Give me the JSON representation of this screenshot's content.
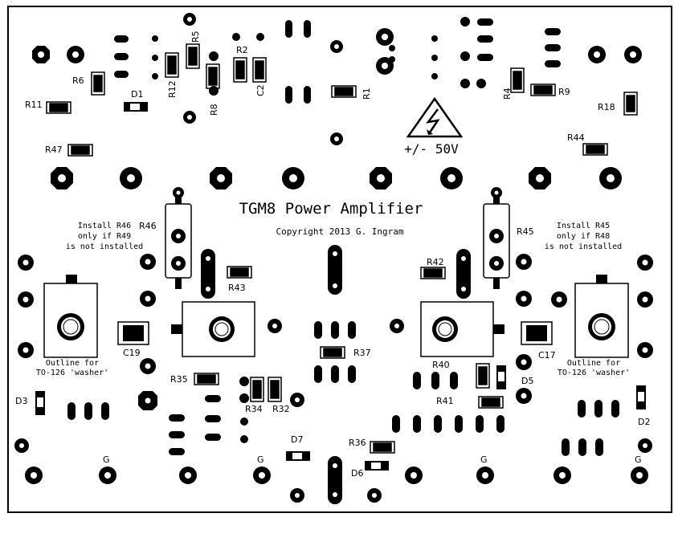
{
  "board": {
    "title": "TGM8 Power Amplifier",
    "copyright": "Copyright 2013 G. Ingram",
    "voltage": "+/- 50V"
  },
  "notes": {
    "r46_line1": "Install R46",
    "r46_line2": "only if R49",
    "r46_line3": "is not installed",
    "r45_line1": "Install R45",
    "r45_line2": "only if R48",
    "r45_line3": "is not installed",
    "left_outline_1": "Outline for",
    "left_outline_2": "TO-126 'washer'",
    "right_outline_1": "Outline for",
    "right_outline_2": "TO-126 'washer'"
  },
  "labels": {
    "R1": "R1",
    "R2": "R2",
    "R4": "R4",
    "R5": "R5",
    "R6": "R6",
    "R8": "R8",
    "R9": "R9",
    "R11": "R11",
    "R12": "R12",
    "R18": "R18",
    "R32": "R32",
    "R34": "R34",
    "R35": "R35",
    "R36": "R36",
    "R37": "R37",
    "R40": "R40",
    "R41": "R41",
    "R42": "R42",
    "R43": "R43",
    "R44": "R44",
    "R45": "R45",
    "R46": "R46",
    "R47": "R47",
    "C2": "C2",
    "C17": "C17",
    "C19": "C19",
    "D1": "D1",
    "D2": "D2",
    "D3": "D3",
    "D5": "D5",
    "D6": "D6",
    "D7": "D7",
    "G": "G"
  },
  "colors": {
    "copper": "#000000",
    "silkscreen": "#000000",
    "board_outline": "#000000",
    "background": "#ffffff"
  },
  "icons": {
    "warning": "high-voltage-warning-icon"
  }
}
